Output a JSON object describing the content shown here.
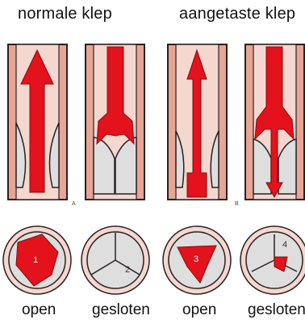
{
  "titles": {
    "normal": "normale klep",
    "affected": "aangetaste klep"
  },
  "panel_tags": {
    "a": "A",
    "b": "B"
  },
  "valve_numbers": {
    "n1": "1",
    "n2": "2",
    "n3": "3",
    "n4": "4"
  },
  "captions": {
    "open1": "open",
    "closed1": "gesloten",
    "open2": "open",
    "closed2": "gesloten"
  },
  "colors": {
    "vessel_wall": "#e7a596",
    "vessel_outline": "#2a2020",
    "valve_leaflet": "#dedede",
    "blood_flow": "#e3121c",
    "background": "#ffffff"
  }
}
